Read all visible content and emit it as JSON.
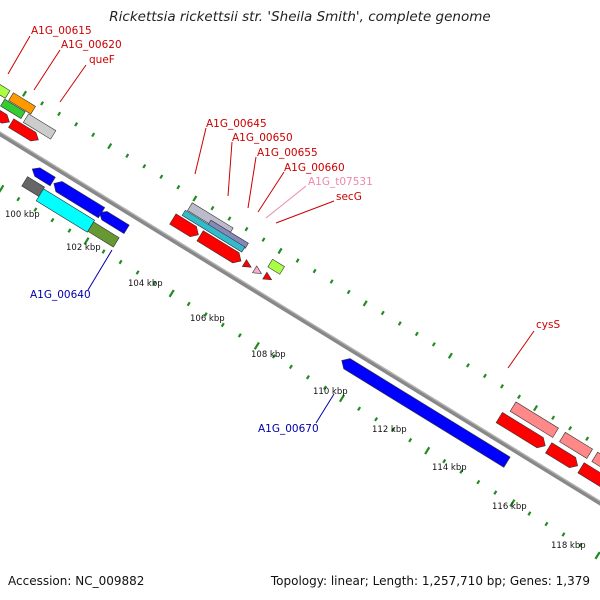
{
  "title": "Rickettsia rickettsii str. 'Sheila Smith', complete genome",
  "footer": {
    "accession": "Accession: NC_009882",
    "topology": "Topology: linear; Length: 1,257,710 bp; Genes: 1,379"
  },
  "colors": {
    "forward_cds": "#ff0000",
    "reverse_cds": "#0000ff",
    "backbone": "#888888",
    "tick": "#228b22",
    "label_forward": "#cc0000",
    "label_reverse": "#0000aa",
    "label_trna": "#ee88aa"
  },
  "scale_labels": [
    "100 kbp",
    "102 kbp",
    "104 kbp",
    "106 kbp",
    "108 kbp",
    "110 kbp",
    "112 kbp",
    "114 kbp",
    "116 kbp",
    "118 kbp"
  ],
  "gene_labels": [
    {
      "text": "A1G_00615",
      "kind": "forward"
    },
    {
      "text": "A1G_00620",
      "kind": "forward"
    },
    {
      "text": "queF",
      "kind": "forward"
    },
    {
      "text": "A1G_00645",
      "kind": "forward"
    },
    {
      "text": "A1G_00650",
      "kind": "forward"
    },
    {
      "text": "A1G_00655",
      "kind": "forward"
    },
    {
      "text": "A1G_00660",
      "kind": "forward"
    },
    {
      "text": "A1G_t07531",
      "kind": "trna"
    },
    {
      "text": "secG",
      "kind": "forward"
    },
    {
      "text": "cysS",
      "kind": "forward"
    },
    {
      "text": "A1G_00640",
      "kind": "reverse"
    },
    {
      "text": "A1G_00670",
      "kind": "reverse"
    }
  ]
}
